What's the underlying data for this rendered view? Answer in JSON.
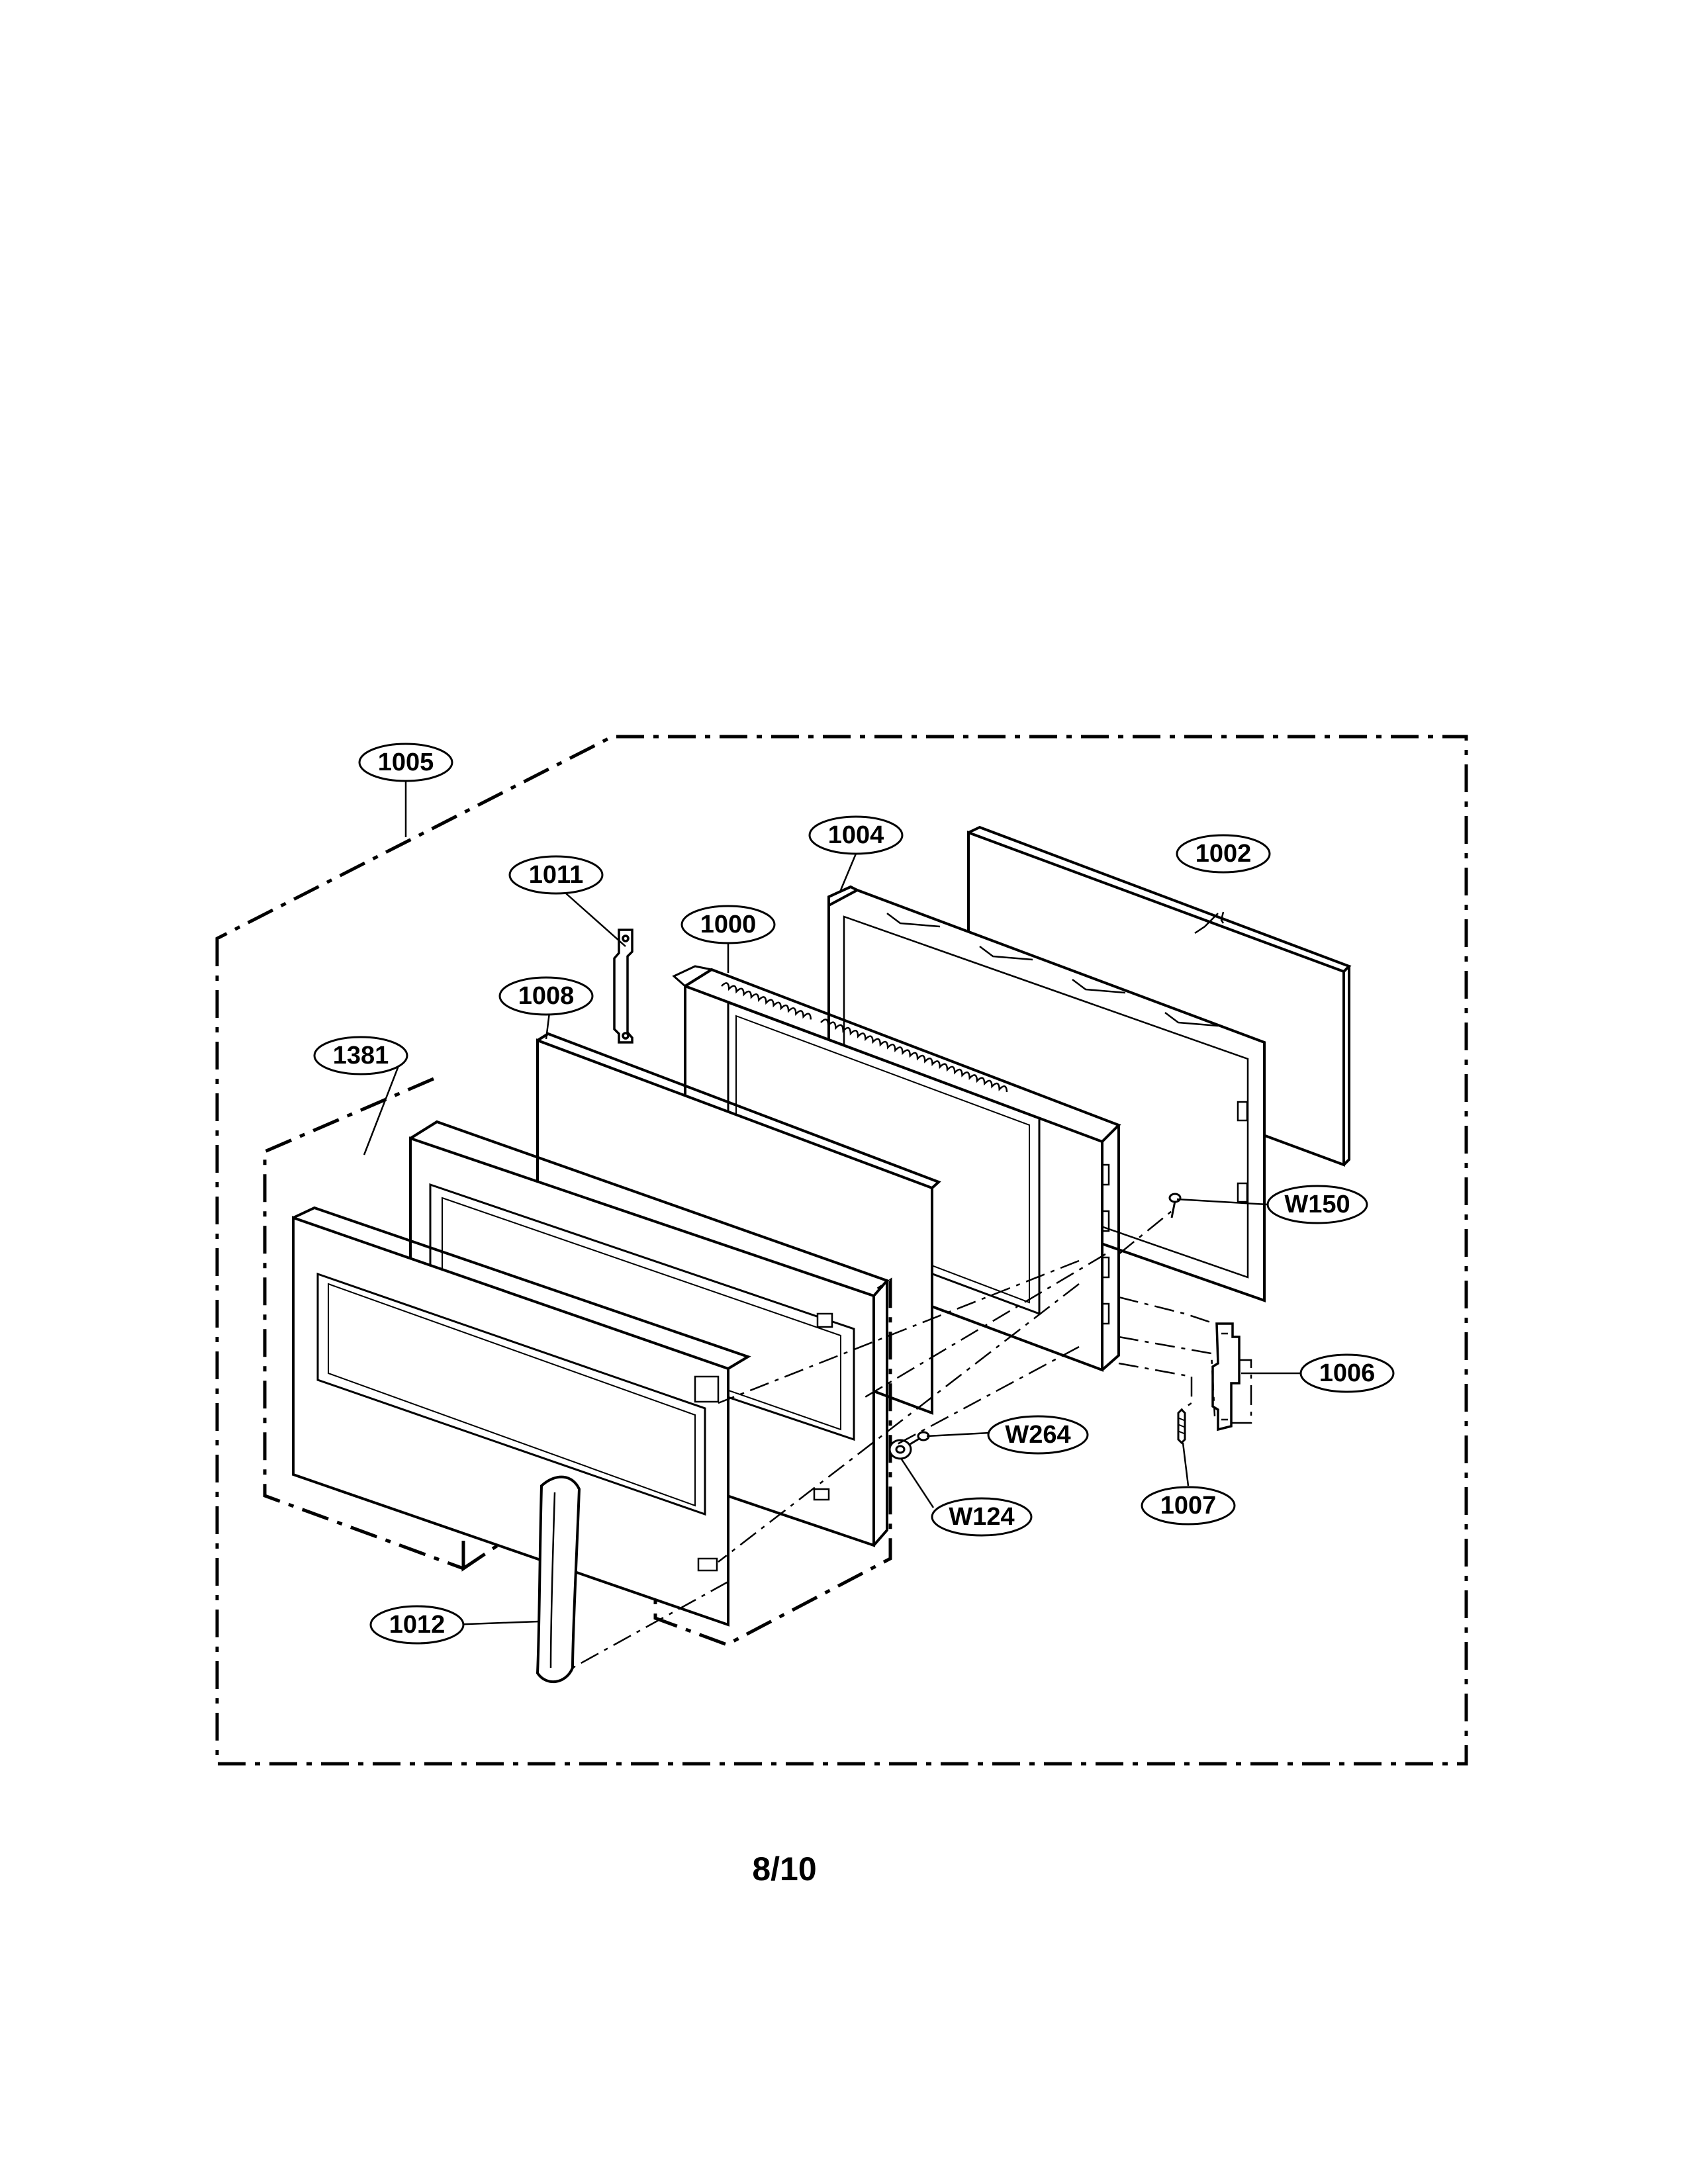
{
  "diagram": {
    "parts": [
      {
        "id": "1005",
        "label": "1005"
      },
      {
        "id": "1004",
        "label": "1004"
      },
      {
        "id": "1002",
        "label": "1002"
      },
      {
        "id": "1011",
        "label": "1011"
      },
      {
        "id": "1000",
        "label": "1000"
      },
      {
        "id": "1008",
        "label": "1008"
      },
      {
        "id": "1381",
        "label": "1381"
      },
      {
        "id": "W150",
        "label": "W150"
      },
      {
        "id": "1006",
        "label": "1006"
      },
      {
        "id": "W264",
        "label": "W264"
      },
      {
        "id": "W124",
        "label": "W124"
      },
      {
        "id": "1007",
        "label": "1007"
      },
      {
        "id": "1012",
        "label": "1012"
      }
    ]
  },
  "page": {
    "number": "8/10"
  },
  "colors": {
    "line": "#000000",
    "background": "#ffffff"
  }
}
